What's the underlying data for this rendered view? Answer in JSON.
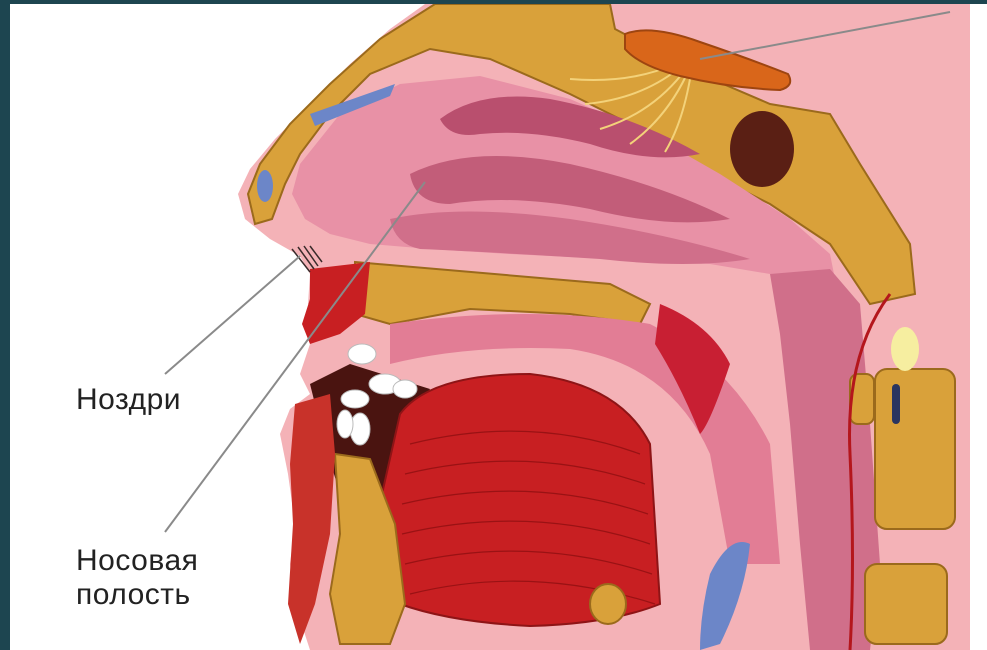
{
  "labels": {
    "nostrils": "Ноздри",
    "nasal_cavity_line1": "Носовая",
    "nasal_cavity_line2": "полость"
  },
  "colors": {
    "background_border": "#1d4550",
    "tissue_pink": "#e58fa4",
    "cavity_dark": "#9a3a57",
    "bone": "#d9a13a",
    "muscle_red": "#c81f22",
    "olfactory_bulb": "#d9661a"
  }
}
